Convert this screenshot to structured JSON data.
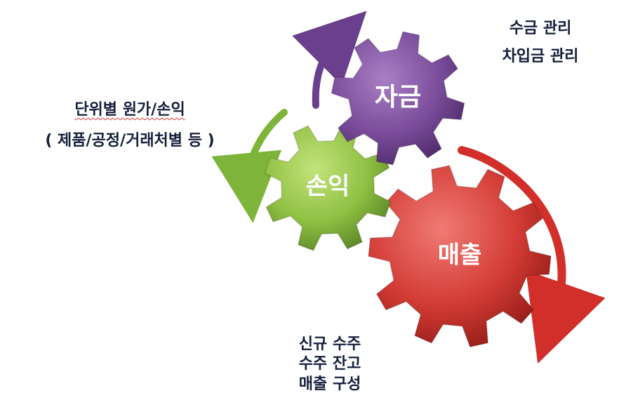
{
  "gears": [
    {
      "id": "fund",
      "label": "자금",
      "color_top": "#a87fc4",
      "color_mid": "#7a4c9a",
      "color_edge": "#4f2b6a"
    },
    {
      "id": "pl",
      "label": "손익",
      "color_top": "#c3e37b",
      "color_mid": "#8fc043",
      "color_edge": "#5d8826"
    },
    {
      "id": "sales",
      "label": "매출",
      "color_top": "#f07b74",
      "color_mid": "#d33b35",
      "color_edge": "#951c18"
    }
  ],
  "arrows": {
    "purple": "#6a3f8c",
    "green": "#7fb43a",
    "red": "#d22f2a"
  },
  "captions": {
    "fund": [
      "수금 관리",
      "차입금 관리"
    ],
    "pl": [
      "단위별 원가/손익",
      "( 제품/공정/거래처별 등 )"
    ],
    "sales": [
      "신규 수주",
      "수주 잔고",
      "매출 구성"
    ]
  }
}
